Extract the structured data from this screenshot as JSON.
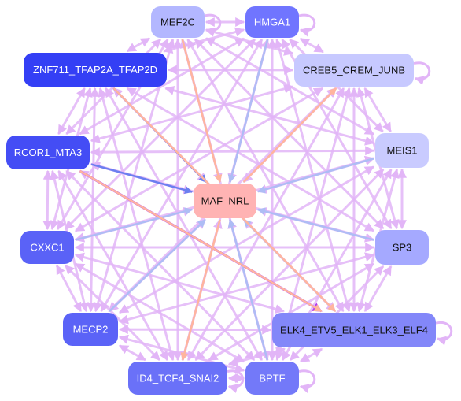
{
  "diagram": {
    "type": "directed-network",
    "center_node": "MAF_NRL",
    "nodes": [
      {
        "id": "MEF2C",
        "label": "MEF2C",
        "fill": "#b3b7ff",
        "text_color": "#111111"
      },
      {
        "id": "HMGA1",
        "label": "HMGA1",
        "fill": "#7075ff",
        "text_color": "#ffffff"
      },
      {
        "id": "CREB5",
        "label": "CREB5_CREM_JUNB",
        "fill": "#c7c9ff",
        "text_color": "#111111"
      },
      {
        "id": "ZNF711",
        "label": "ZNF711_TFAP2A_TFAP2D",
        "fill": "#343ff5",
        "text_color": "#ffffff"
      },
      {
        "id": "RCOR1",
        "label": "RCOR1_MTA3",
        "fill": "#444df5",
        "text_color": "#ffffff"
      },
      {
        "id": "MEIS1",
        "label": "MEIS1",
        "fill": "#c9cbff",
        "text_color": "#111111"
      },
      {
        "id": "MAF_NRL",
        "label": "MAF_NRL",
        "fill": "#ffb3b3",
        "text_color": "#111111"
      },
      {
        "id": "CXXC1",
        "label": "CXXC1",
        "fill": "#5a62f7",
        "text_color": "#ffffff"
      },
      {
        "id": "SP3",
        "label": "SP3",
        "fill": "#a5a9ff",
        "text_color": "#111111"
      },
      {
        "id": "MECP2",
        "label": "MECP2",
        "fill": "#5b63f7",
        "text_color": "#ffffff"
      },
      {
        "id": "ELK4",
        "label": "ELK4_ETV5_ELK1_ELK3_ELF4",
        "fill": "#8387f9",
        "text_color": "#111111"
      },
      {
        "id": "ID4",
        "label": "ID4_TCF4_SNAI2",
        "fill": "#6a71f8",
        "text_color": "#ffffff"
      },
      {
        "id": "BPTF",
        "label": "BPTF",
        "fill": "#7379f9",
        "text_color": "#ffffff"
      }
    ],
    "edge_colors": {
      "background": "#e2b5f7",
      "strong": "#b23cf0",
      "blue": "#6b7ff0",
      "light_blue": "#aebdf5",
      "salmon": "#ffb59e"
    },
    "highlighted_edges": [
      {
        "from": "RCOR1",
        "to": "ELK4",
        "color": "strong"
      },
      {
        "from": "ZNF711",
        "to": "MAF_NRL",
        "color": "blue"
      },
      {
        "from": "RCOR1",
        "to": "MAF_NRL",
        "color": "blue"
      },
      {
        "from": "MEF2C",
        "to": "MAF_NRL",
        "color": "salmon"
      },
      {
        "from": "HMGA1",
        "to": "MAF_NRL",
        "color": "light_blue"
      },
      {
        "from": "MAF_NRL",
        "to": "CREB5",
        "color": "salmon"
      },
      {
        "from": "MEIS1",
        "to": "MAF_NRL",
        "color": "light_blue"
      },
      {
        "from": "SP3",
        "to": "MAF_NRL",
        "color": "light_blue"
      },
      {
        "from": "CXXC1",
        "to": "MAF_NRL",
        "color": "light_blue"
      },
      {
        "from": "MECP2",
        "to": "MAF_NRL",
        "color": "light_blue"
      },
      {
        "from": "MAF_NRL",
        "to": "ID4",
        "color": "salmon"
      },
      {
        "from": "BPTF",
        "to": "MAF_NRL",
        "color": "light_blue"
      },
      {
        "from": "ELK4",
        "to": "MAF_NRL",
        "color": "light_blue"
      },
      {
        "from": "RCOR1",
        "to": "ELK4",
        "color": "salmon"
      },
      {
        "from": "ZNF711",
        "to": "ELK4",
        "color": "salmon"
      }
    ],
    "self_loops": [
      "MEF2C",
      "HMGA1",
      "CREB5",
      "ELK4",
      "BPTF",
      "ID4"
    ]
  }
}
